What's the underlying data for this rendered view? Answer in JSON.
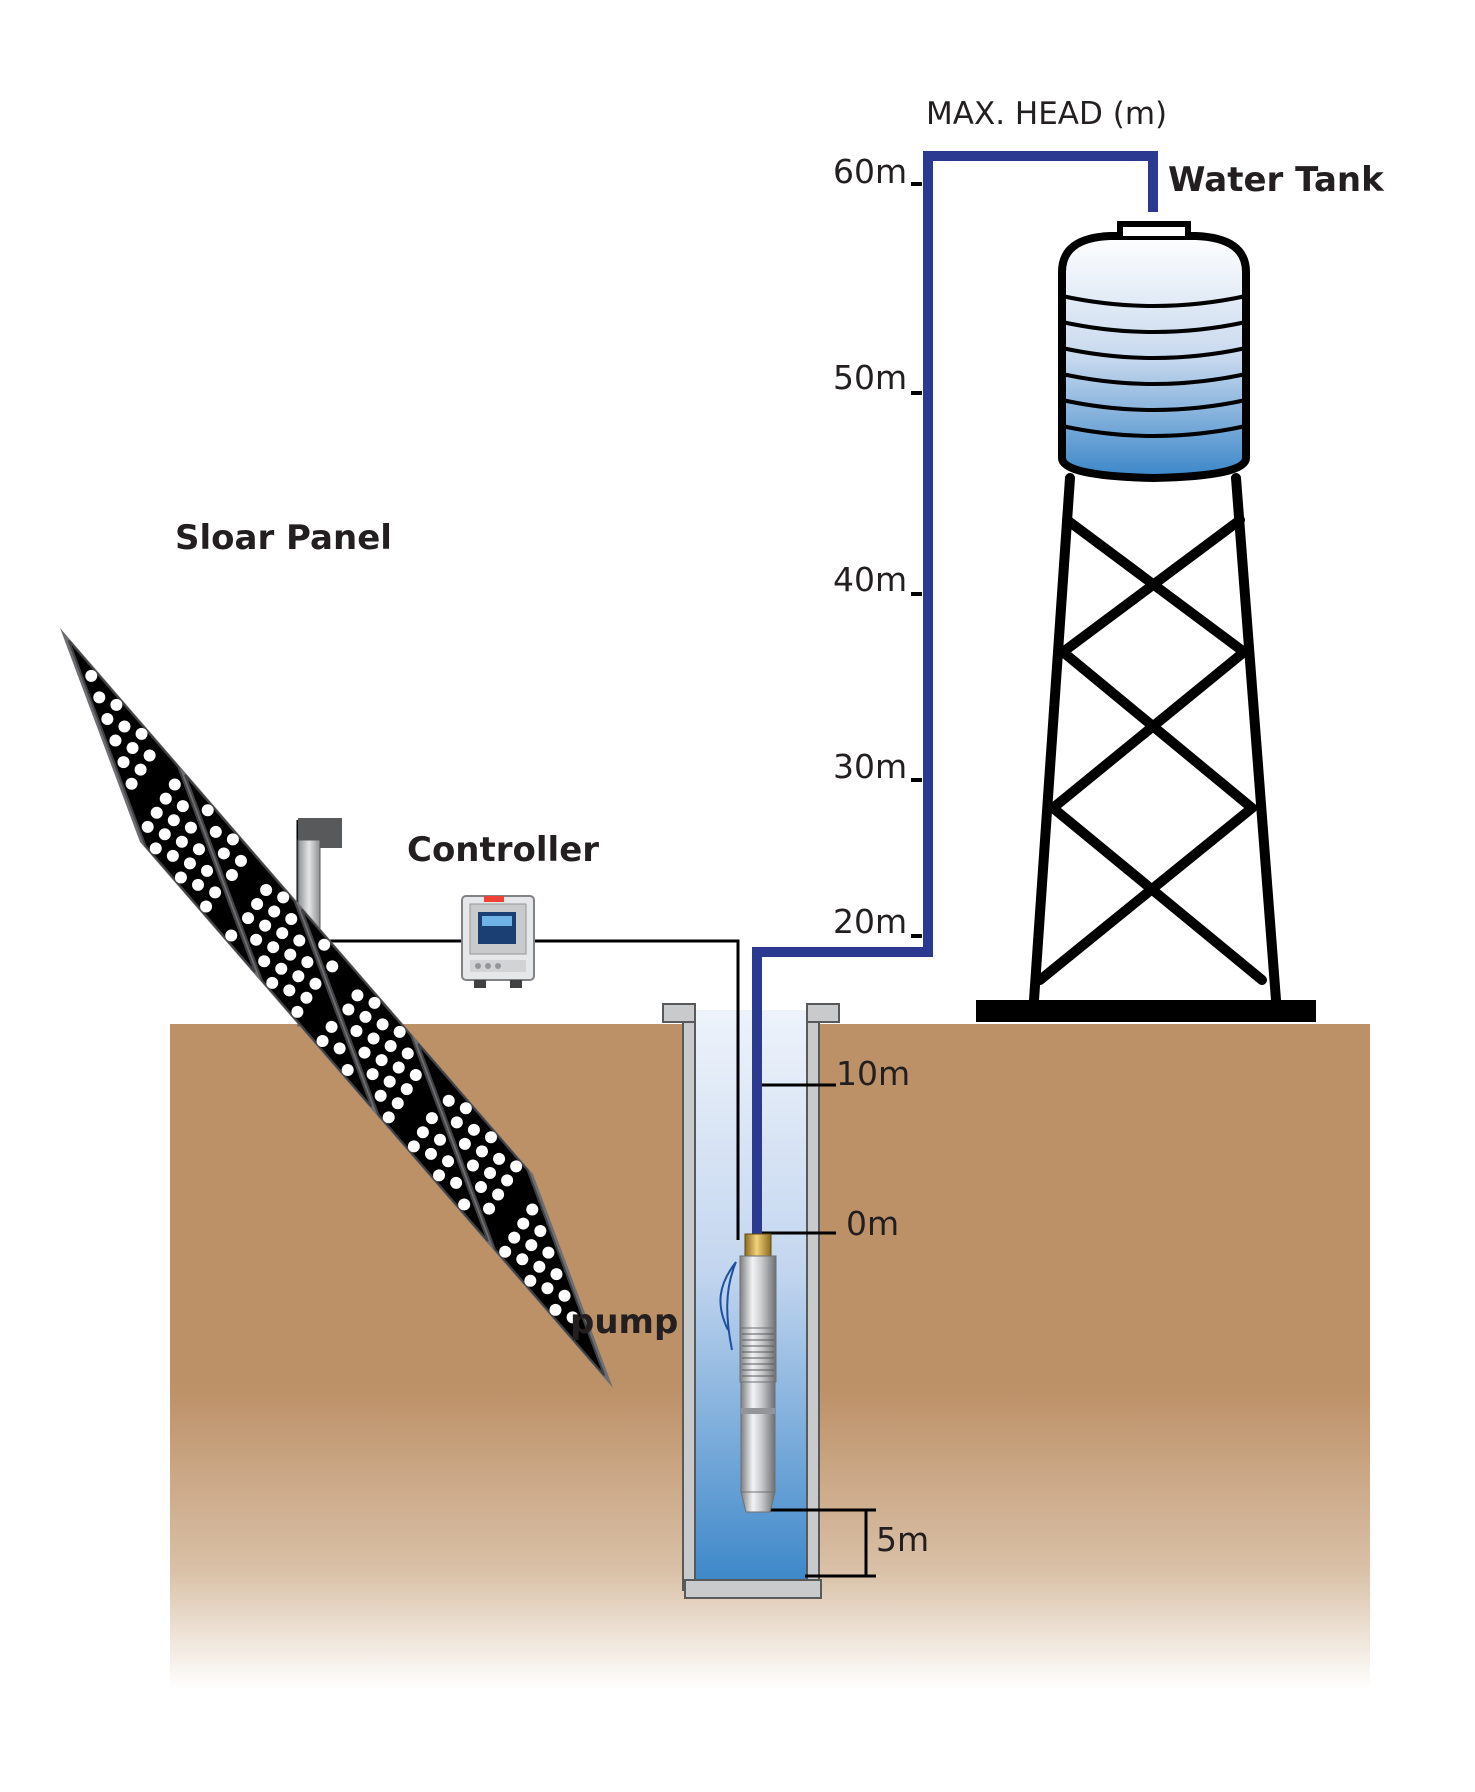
{
  "labels": {
    "max_head": "MAX. HEAD (m)",
    "water_tank": "Water Tank",
    "solar_panel": "Sloar Panel",
    "controller": "Controller",
    "pump": "pump"
  },
  "head_scale": [
    "60m",
    "50m",
    "40m",
    "30m",
    "20m"
  ],
  "well_scale": {
    "level_10": "10m",
    "level_0": "0m",
    "submersion": "5m"
  },
  "colors": {
    "pipe": "#2b3990",
    "soil": "#bd9168",
    "water_top": "#d9e5f5",
    "water_bottom": "#3a86c8",
    "frame": "#000000",
    "casing": "#c9cacc",
    "text": "#231f20"
  },
  "icons": [
    "solar-panel-icon",
    "controller-icon",
    "submersible-pump-icon",
    "water-tank-icon"
  ]
}
